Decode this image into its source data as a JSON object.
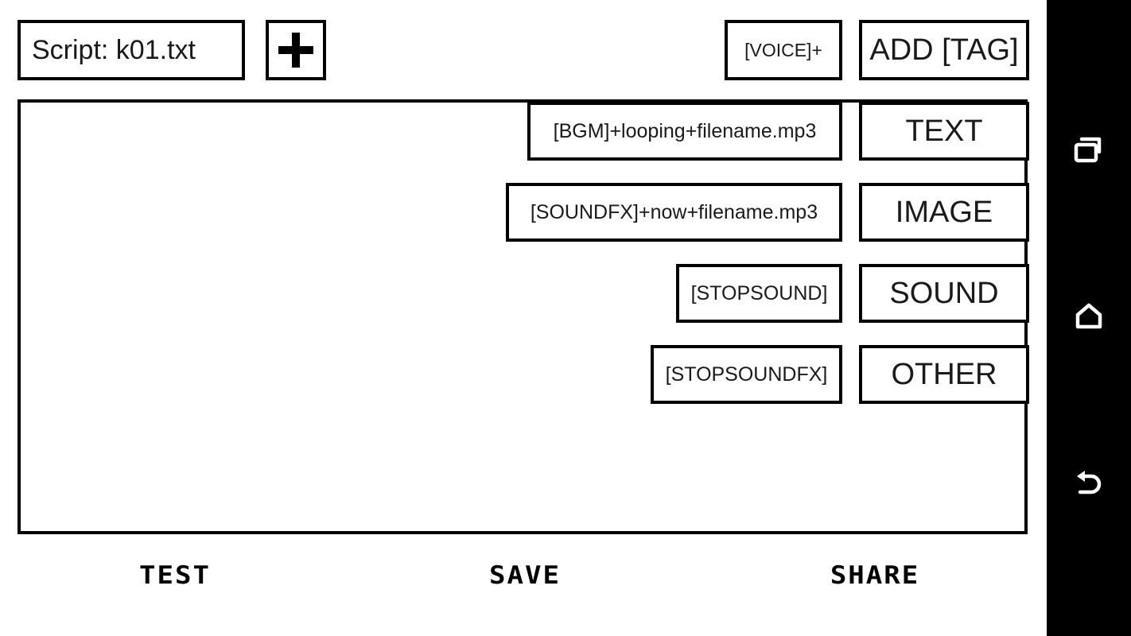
{
  "header": {
    "script_box_label": "Script: k01.txt",
    "add_script_icon": "plus-icon",
    "voice_button_label": "[VOICE]+",
    "add_tag_button_label": "ADD [TAG]"
  },
  "editor": {
    "rows": [
      {
        "value": "[BGM]+looping+filename.mp3",
        "category": "TEXT"
      },
      {
        "value": "[SOUNDFX]+now+filename.mp3",
        "category": "IMAGE"
      },
      {
        "value": "[STOPSOUND]",
        "category": "SOUND"
      },
      {
        "value": "[STOPSOUNDFX]",
        "category": "OTHER"
      }
    ]
  },
  "bottom_bar": {
    "test_label": "TEST",
    "save_label": "SAVE",
    "share_label": "SHARE"
  },
  "navbar": {
    "recents_icon": "recents-icon",
    "home_icon": "home-icon",
    "back_icon": "back-icon"
  },
  "colors": {
    "background": "#ffffff",
    "stroke": "#000000",
    "text": "#1a1a1a",
    "navbar_background": "#000000",
    "navbar_icon": "#ffffff"
  }
}
